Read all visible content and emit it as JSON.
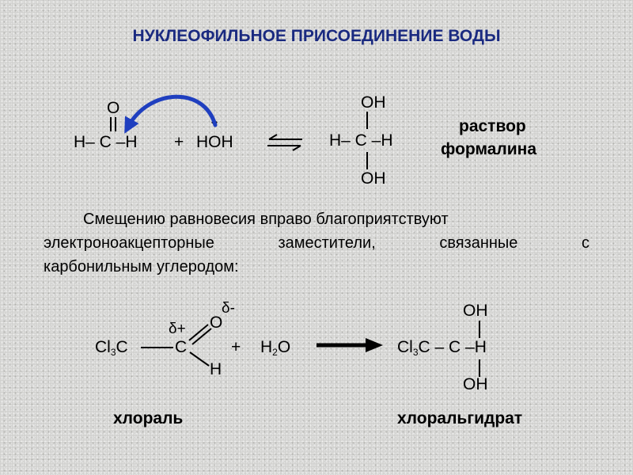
{
  "title": "НУКЛЕОФИЛЬНОЕ ПРИСОЕДИНЕНИЕ ВОДЫ",
  "reaction1": {
    "carbonyl_o": "O",
    "formaldehyde": "H– C –H",
    "plus": "+",
    "water": "HOH",
    "lone_pair": "••",
    "product_oh_top": "OH",
    "product_center": "H– C –H",
    "product_oh_bottom": "OH",
    "label_line1": "раствор",
    "label_line2": "формалина"
  },
  "paragraph": {
    "line1": "Смещению равновесия вправо благоприятствуют",
    "line2": "электроноакцепторные заместители, связанные с",
    "line3": "карбонильным углеродом:"
  },
  "reaction2": {
    "cl3c_cl": "Cl",
    "cl3c_sub": "3",
    "cl3c_c": "C",
    "center_c": "C",
    "delta_plus": "δ+",
    "delta_minus": "δ-",
    "oxygen": "O",
    "hydrogen": "H",
    "plus": "+",
    "water_h": "H",
    "water_sub": "2",
    "water_o": "O",
    "product_oh_top": "OH",
    "product_cl": "Cl",
    "product_sub": "3",
    "product_rest": "C – C –H",
    "product_oh_bottom": "OH",
    "label_reactant": "хлораль",
    "label_product": "хлоральгидрат"
  },
  "colors": {
    "title": "#1a2a80",
    "arrow_curved": "#1f3fbf",
    "background": "#d2d2d0"
  }
}
